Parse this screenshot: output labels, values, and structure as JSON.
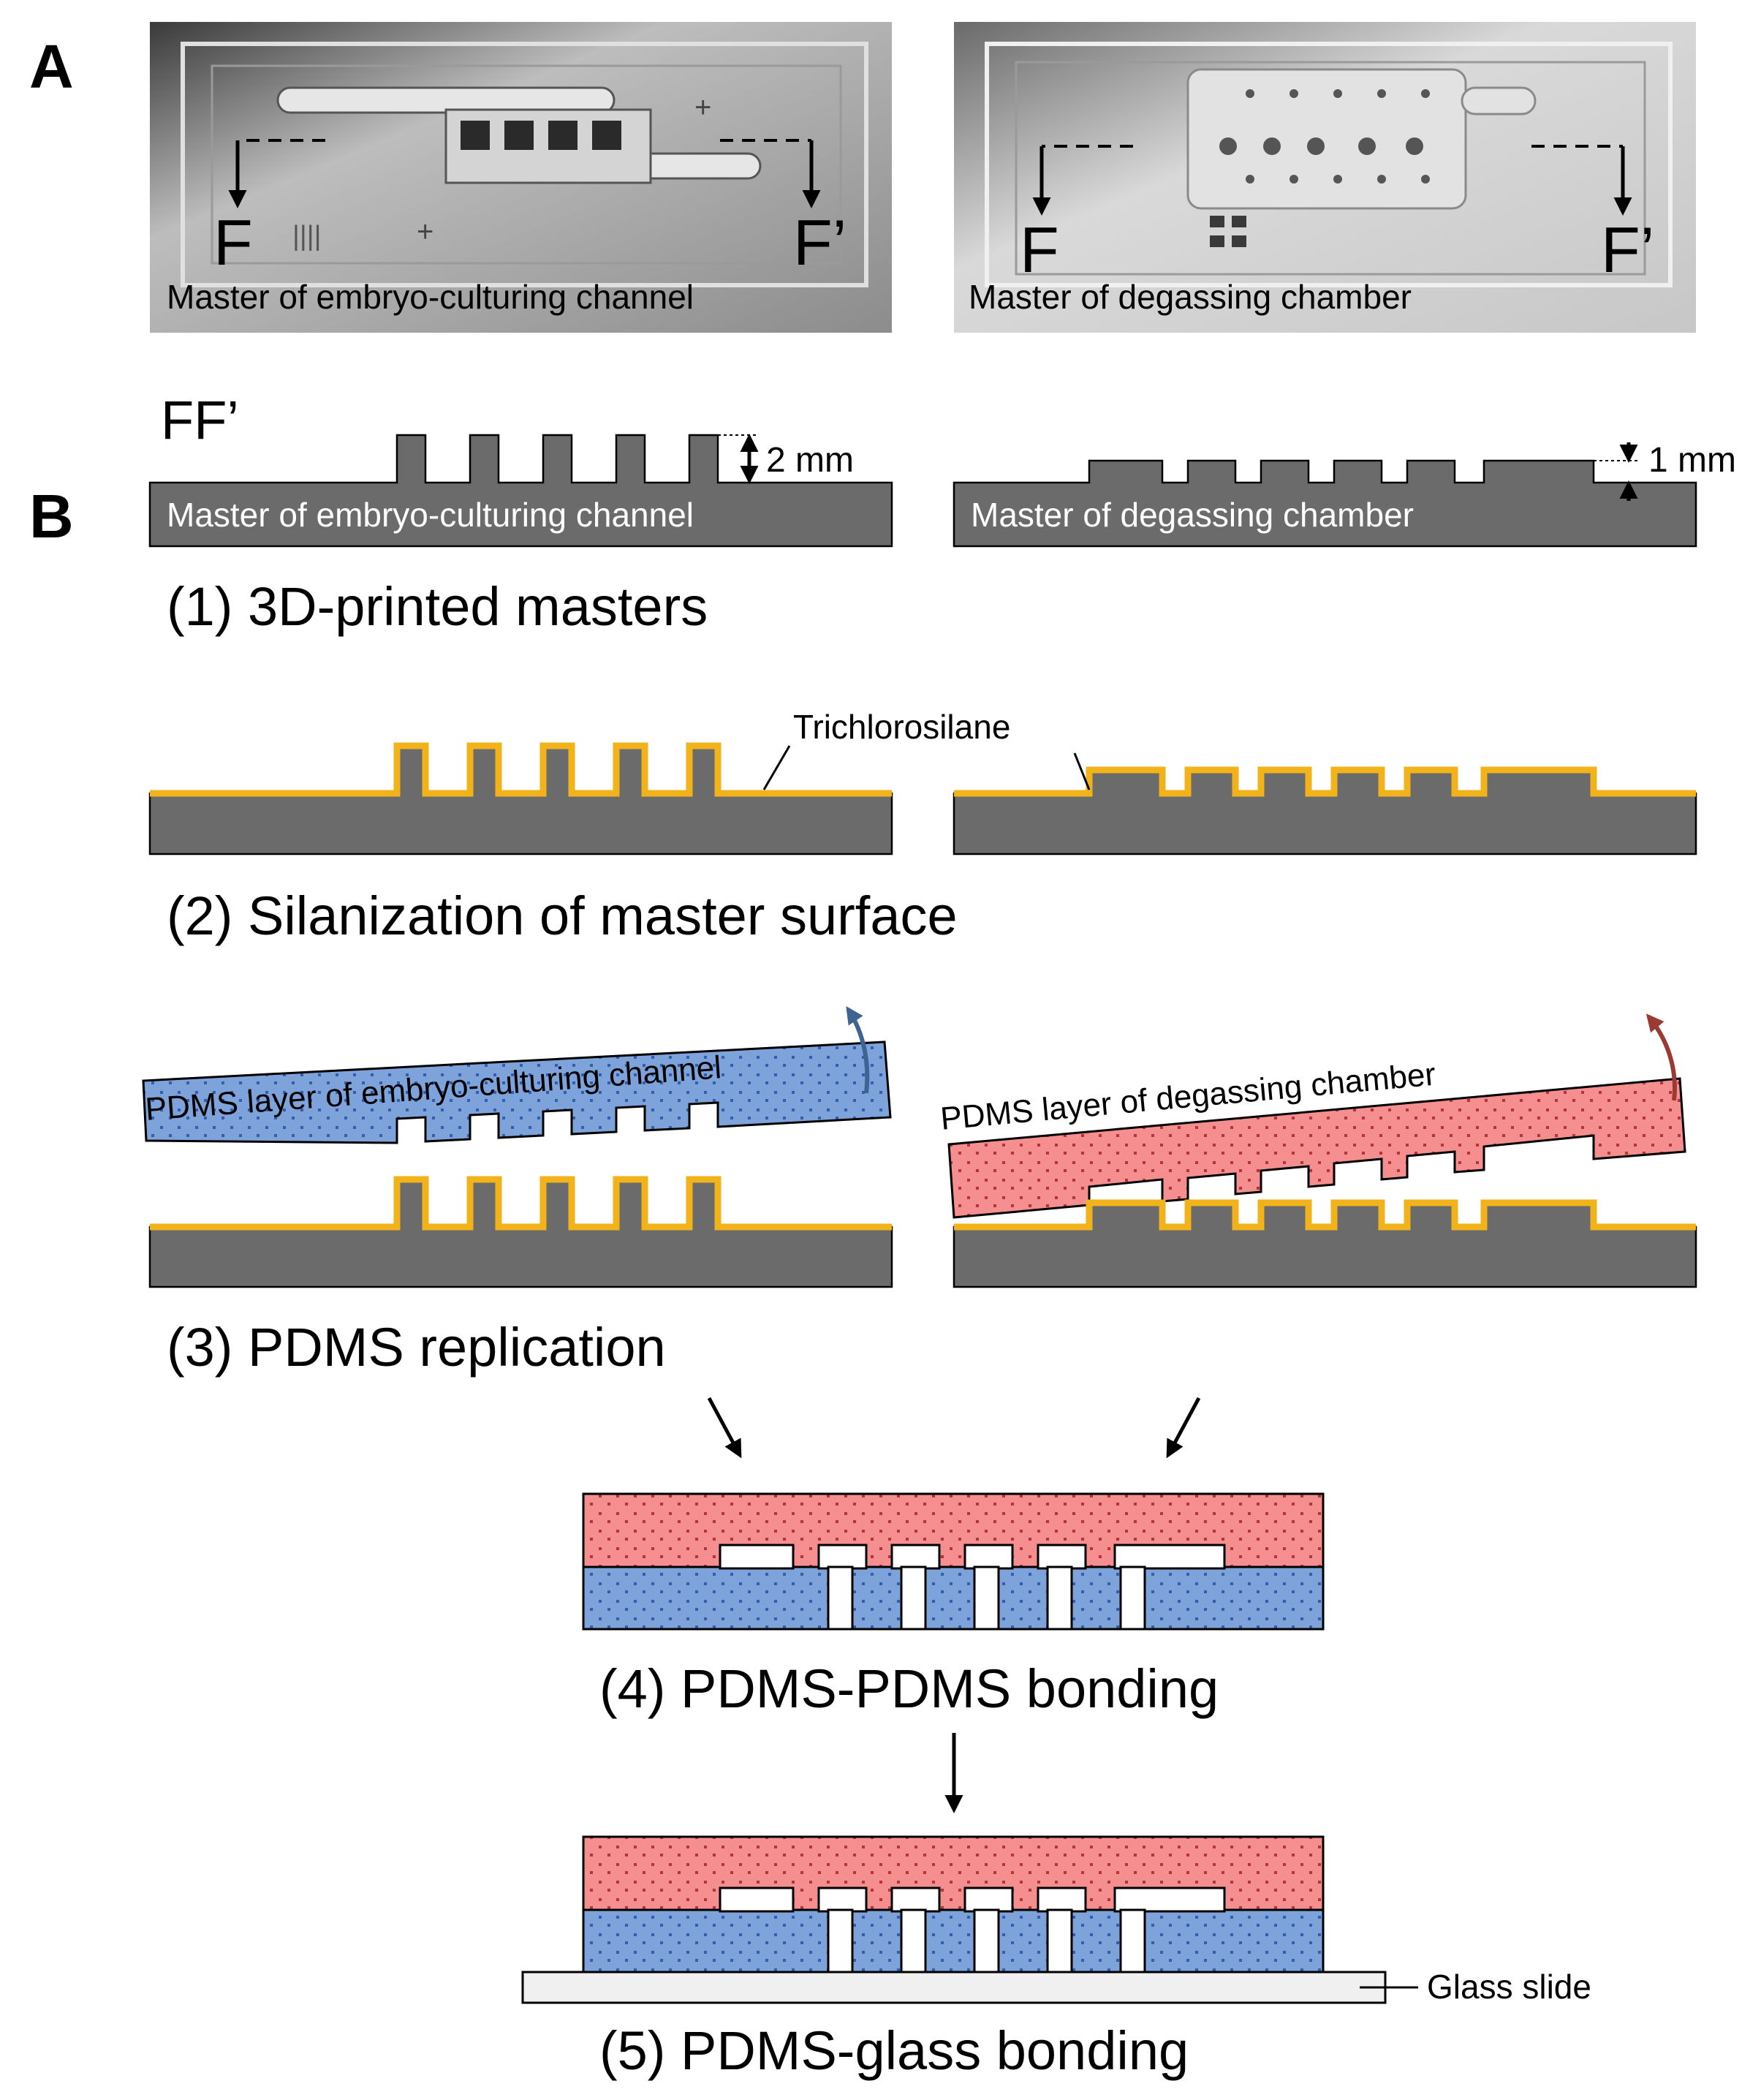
{
  "panels": {
    "a_label": "A",
    "b_label": "B"
  },
  "photos": {
    "left_caption": "Master of embryo-culturing channel",
    "right_caption": "Master of degassing chamber",
    "section_start": "F",
    "section_end": "F’"
  },
  "section_label": "FF’",
  "dimensions": {
    "left_height": "2 mm",
    "right_height": "1 mm"
  },
  "step1": {
    "left_label": "Master of embryo-culturing channel",
    "right_label": "Master of degassing chamber",
    "caption": "(1) 3D-printed masters"
  },
  "step2": {
    "annotation": "Trichlorosilane",
    "caption": "(2) Silanization of master surface"
  },
  "step3": {
    "left_label": "PDMS layer of embryo-culturing channel",
    "right_label": "PDMS layer of degassing chamber",
    "caption": "(3) PDMS replication"
  },
  "step4": {
    "caption": "(4) PDMS-PDMS bonding"
  },
  "step5": {
    "glass_label": "Glass slide",
    "caption": "(5) PDMS-glass bonding"
  },
  "colors": {
    "master_gray": "#6b6b6b",
    "silane_coat": "#f2b21a",
    "pdms_blue": "#7ea3db",
    "pdms_red": "#f58f8f",
    "arrow_blue": "#3e6591",
    "arrow_red": "#9a3a32"
  }
}
